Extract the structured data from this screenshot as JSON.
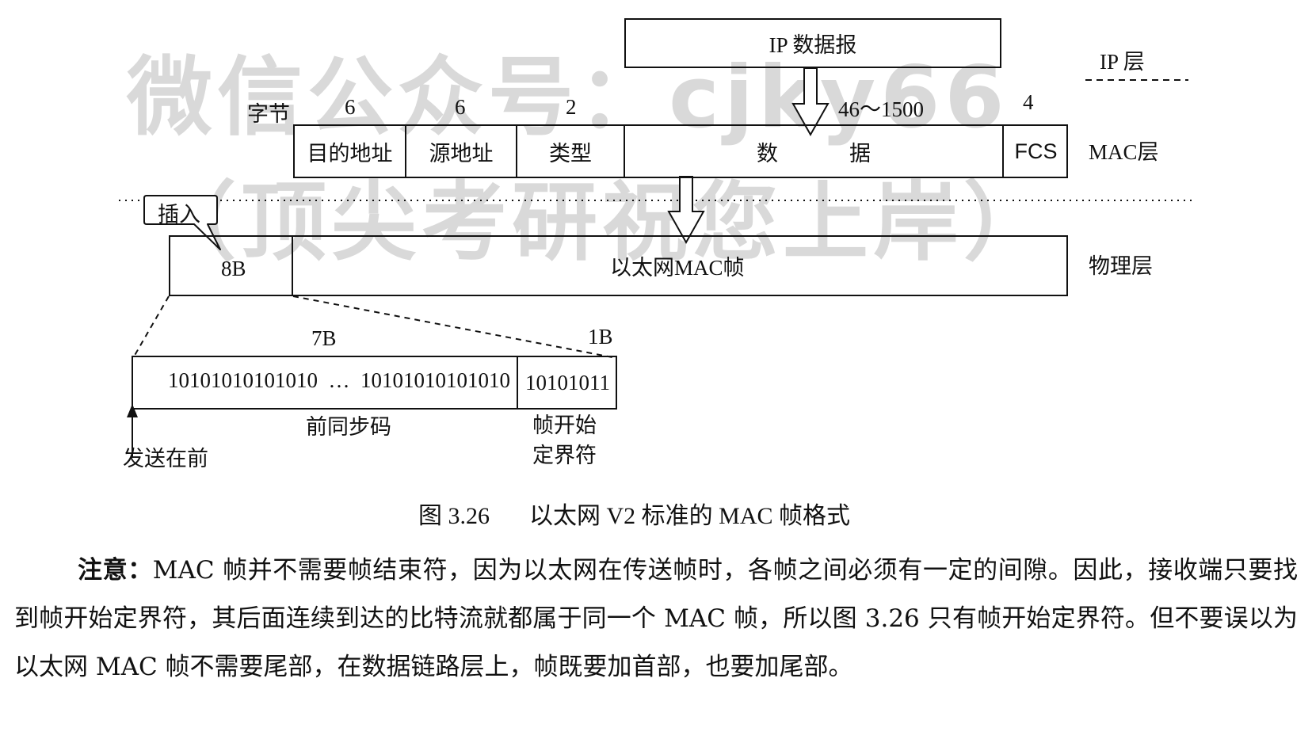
{
  "watermark": {
    "line1": "微信公众号：cjky66",
    "line2": "（顶尖考研祝您上岸）"
  },
  "diagram": {
    "ip_datagram": "IP 数据报",
    "layers": {
      "ip": "IP 层",
      "mac": "MAC层",
      "physical": "物理层"
    },
    "bytes_label": "字节",
    "byte_counts": [
      "6",
      "6",
      "2",
      "46～1500",
      "4"
    ],
    "mac_fields": [
      "目的地址",
      "源地址",
      "类型",
      "数",
      "据",
      "FCS"
    ],
    "insert_callout": "插入",
    "preamble_size": "8B",
    "ethernet_frame": "以太网MAC帧",
    "preamble_sub_sizes": [
      "7B",
      "1B"
    ],
    "preamble_bits": "10101010101010  …  10101010101010",
    "sfd_bits": "10101011",
    "preamble_label": "前同步码",
    "sfd_label_line1": "帧开始",
    "sfd_label_line2": "定界符",
    "send_first": "发送在前"
  },
  "caption": {
    "figure_number": "图 3.26",
    "title": "以太网 V2 标准的 MAC 帧格式"
  },
  "paragraph": {
    "emphasis": "注意：",
    "text": "MAC 帧并不需要帧结束符，因为以太网在传送帧时，各帧之间必须有一定的间隙。因此，接收端只要找到帧开始定界符，其后面连续到达的比特流就都属于同一个 MAC 帧，所以图 3.26 只有帧开始定界符。但不要误以为以太网 MAC 帧不需要尾部，在数据链路层上，帧既要加首部，也要加尾部。"
  }
}
